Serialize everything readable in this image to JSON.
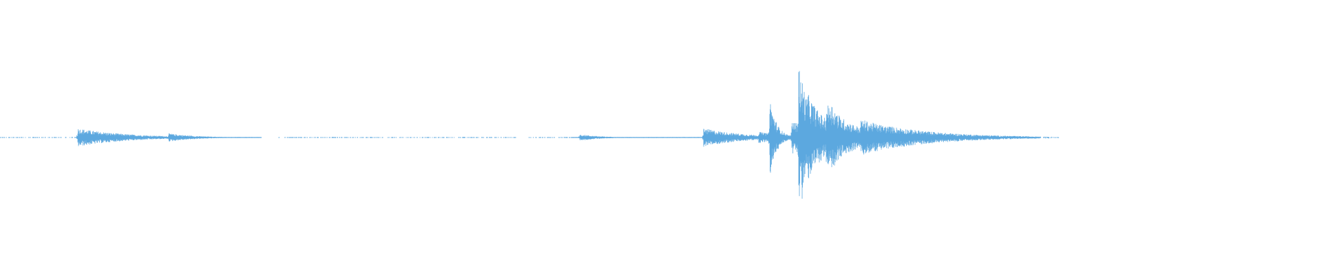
{
  "waveform": {
    "color": "#5ca8df",
    "duration_units": 1920,
    "silent_gaps": [
      [
        380,
        405
      ],
      [
        750,
        768
      ],
      [
        1540,
        1920
      ]
    ],
    "sparse_regions": [
      [
        0,
        110
      ],
      [
        405,
        830
      ],
      [
        1400,
        1540
      ]
    ],
    "events": [
      {
        "t": 113,
        "peak": 0.11,
        "decay": 70
      },
      {
        "t": 245,
        "peak": 0.05,
        "decay": 40
      },
      {
        "t": 842,
        "peak": 0.04,
        "decay": 30
      },
      {
        "t": 1022,
        "peak": 0.11,
        "decay": 60
      },
      {
        "t": 1102,
        "peak": 0.07,
        "decay": 40
      },
      {
        "t": 1118,
        "peak": 0.48,
        "decay": 10
      },
      {
        "t": 1150,
        "peak": 0.2,
        "decay": 50
      },
      {
        "t": 1160,
        "peak": 0.99,
        "decay": 8
      },
      {
        "t": 1165,
        "peak": 0.75,
        "decay": 12
      },
      {
        "t": 1172,
        "peak": 0.55,
        "decay": 30
      },
      {
        "t": 1200,
        "peak": 0.42,
        "decay": 40
      },
      {
        "t": 1205,
        "peak": 0.46,
        "decay": 25
      },
      {
        "t": 1250,
        "peak": 0.22,
        "decay": 80
      },
      {
        "t": 1290,
        "peak": 0.14,
        "decay": 90
      }
    ]
  }
}
